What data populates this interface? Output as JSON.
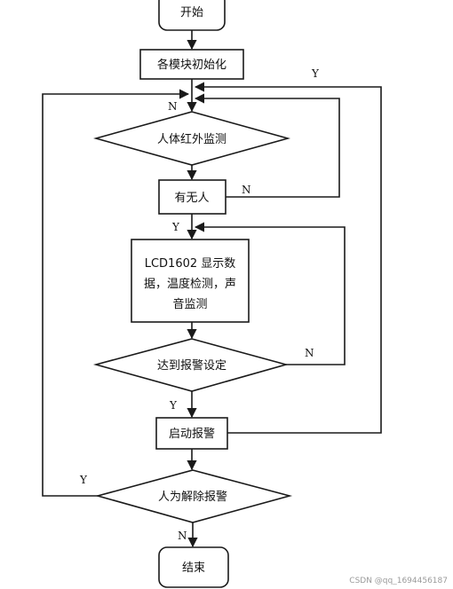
{
  "nodes": {
    "start": "开始",
    "init": "各模块初始化",
    "ir": "人体红外监测",
    "presence": "有无人",
    "display": [
      "LCD1602 显示数",
      "据，温度检测，声",
      "音监测"
    ],
    "threshold": "达到报警设定",
    "alarm": "启动报警",
    "manual_clear": "人为解除报警",
    "end": "结束"
  },
  "edges": {
    "init_y": "Y",
    "loop_n": "N",
    "presence_n": "N",
    "presence_y": "Y",
    "threshold_n": "N",
    "threshold_y": "Y",
    "clear_y": "Y",
    "clear_n": "N"
  },
  "watermark": "CSDN @qq_1694456187"
}
